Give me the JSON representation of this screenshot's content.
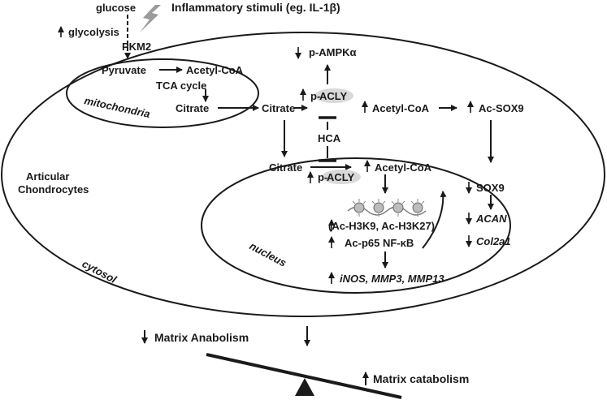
{
  "labels": {
    "glucose": "glucose",
    "inflammatory": "Inflammatory stimuli (eg. IL-1β)",
    "glycolysis": "glycolysis",
    "pkm2": "PKM2",
    "pyruvate": "Pyruvate",
    "acetyl_coa_mito": "Acetyl-CoA",
    "tca_cycle": "TCA cycle",
    "citrate_mito": "Citrate",
    "mitochondria": "mitochondria",
    "citrate_cyto": "Citrate",
    "p_ampk": "p-AMPKα",
    "p_acly_cyto_p": "p-",
    "p_acly_cyto_acly": "ACLY",
    "acetyl_coa_cyto": "Acetyl-CoA",
    "ac_sox9": "Ac-SOX9",
    "hca": "HCA",
    "articular": "Articular",
    "chondrocytes": "Chondrocytes",
    "cytosol": "cytosol",
    "citrate_nuc": "Citrate",
    "p_acly_nuc_p": "p-",
    "p_acly_nuc_acly": "ACLY",
    "acetyl_coa_nuc": "Acetyl-CoA",
    "histone_marks": "(Ac-H3K9, Ac-H3K27)",
    "ac_p65": "Ac-p65 NF-κB",
    "nucleus": "nucleus",
    "genes": "iNOS, MMP3, MMP13",
    "sox9": "SOX9",
    "acan": "ACAN",
    "col2a1": "Col2a1",
    "matrix_anabolism": "Matrix Anabolism",
    "matrix_catabolism": "Matrix catabolism"
  }
}
